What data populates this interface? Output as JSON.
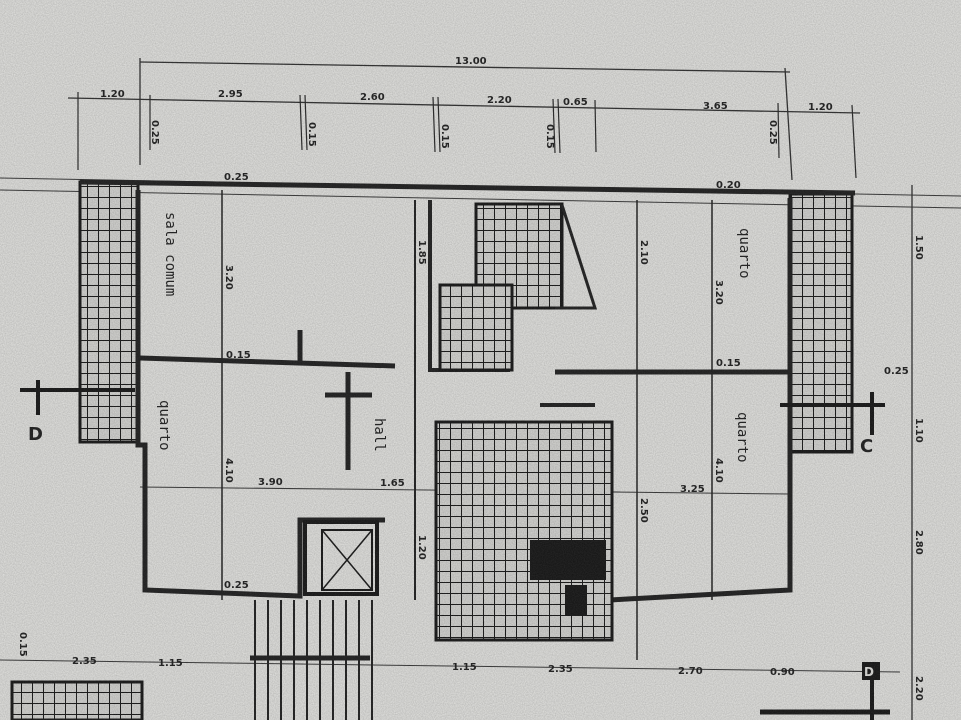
{
  "drawing": {
    "rooms": {
      "sala_comum": "sala comum",
      "quarto_left": "quarto",
      "quarto_top_right": "quarto",
      "quarto_right": "quarto",
      "hall": "hall"
    },
    "section_markers": {
      "left": "D",
      "right": "C",
      "bottom_right": "D"
    },
    "top_dimensions": {
      "overall": "13.00",
      "segments": [
        "1.20",
        "2.95",
        "2.60",
        "2.20",
        "0.65",
        "3.65",
        "1.20"
      ],
      "walls": [
        "0.25",
        "0.15",
        "0.15",
        "0.15",
        "0.25"
      ]
    },
    "interior_dimensions": {
      "wall_top_left": "0.25",
      "wall_top_right": "0.20",
      "sala_height": "3.20",
      "wall_mid_left": "0.15",
      "hall_width": "1.65",
      "quarto_left_width": "3.90",
      "quarto_left_height": "4.10",
      "quarto_right_width": "3.25",
      "quarto_right_height": "4.10",
      "quarto_top_right_height": "3.20",
      "kitchen_height": "2.50",
      "mid_height": "2.10",
      "wall_mid_right": "0.15",
      "wall_bottom": "0.25",
      "stair_height": "1.20",
      "corridor": "1.85"
    },
    "right_dimensions": [
      "1.50",
      "0.25",
      "1.10",
      "2.80",
      "2.20"
    ],
    "bottom_dimensions": [
      "0.15",
      "2.35",
      "1.15",
      "1.15",
      "2.35",
      "2.70",
      "0.90"
    ]
  }
}
